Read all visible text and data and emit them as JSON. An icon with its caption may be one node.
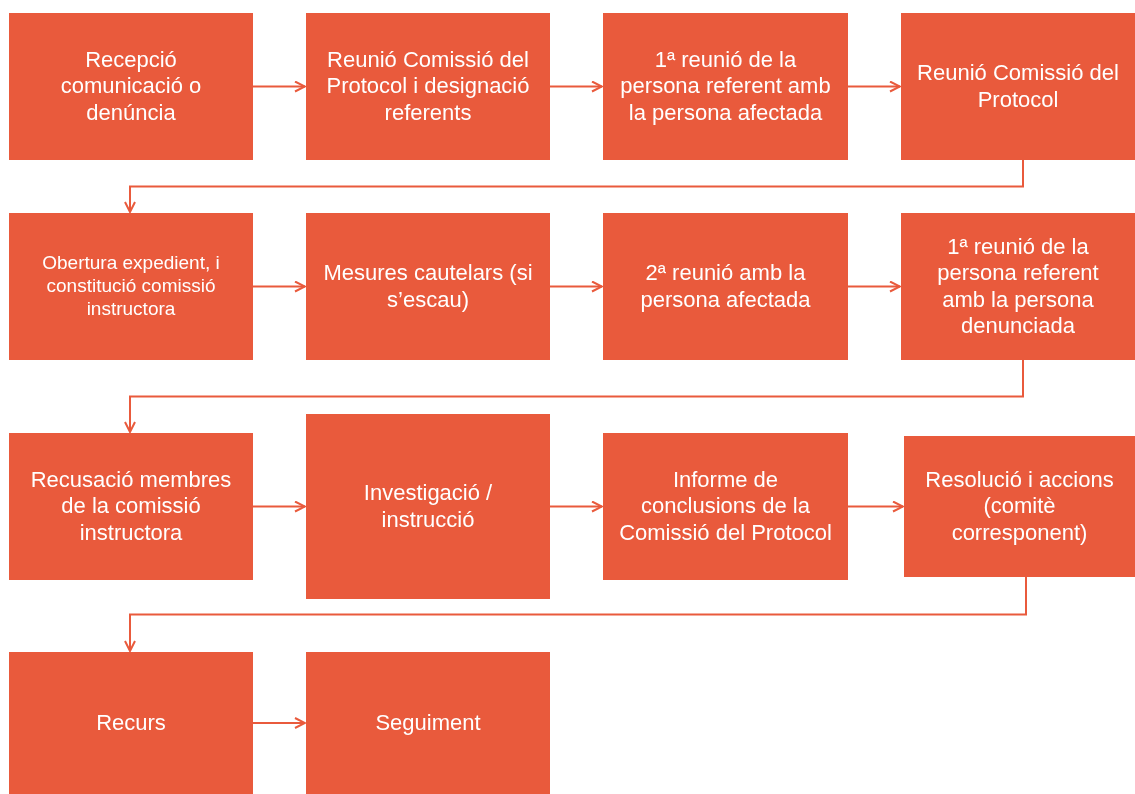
{
  "diagram": {
    "nodes": [
      {
        "text": [
          "Recepció comunicació o denúncia"
        ]
      },
      {
        "text": [
          "Reunió Comissió del Protocol i designació referents"
        ]
      },
      {
        "text": [
          "1ª reunió de la persona referent amb la persona afectada"
        ]
      },
      {
        "text": [
          "Reunió Comissió del Protocol"
        ]
      },
      {
        "text": [
          "Obertura expedient, i constitució comissió instructora"
        ]
      },
      {
        "text": [
          "Mesures cautelars (si s’escau)"
        ]
      },
      {
        "text": [
          "2ª reunió amb la persona afectada"
        ]
      },
      {
        "text": [
          "1ª reunió de la persona referent amb la persona denunciada"
        ]
      },
      {
        "text": [
          "Recusació membres de la comissió instructora"
        ]
      },
      {
        "text": [
          "Investigació / instrucció"
        ]
      },
      {
        "text": [
          "Informe de conclusions de la Comissió del Protocol"
        ]
      },
      {
        "text": [
          "Resolució i accions (comitè corresponent)"
        ]
      },
      {
        "text": [
          "Recurs"
        ]
      },
      {
        "text": [
          "Seguiment"
        ]
      }
    ],
    "edges": [
      {
        "from": 0,
        "to": 1,
        "arrow": "to"
      },
      {
        "from": 1,
        "to": 2,
        "arrow": "to"
      },
      {
        "from": 2,
        "to": 3,
        "arrow": "to"
      },
      {
        "from": 3,
        "to": 4,
        "arrow": "to"
      },
      {
        "from": 4,
        "to": 5,
        "arrow": "to"
      },
      {
        "from": 5,
        "to": 6,
        "arrow": "to"
      },
      {
        "from": 6,
        "to": 7,
        "arrow": "to"
      },
      {
        "from": 7,
        "to": 8,
        "arrow": "to"
      },
      {
        "from": 8,
        "to": 9,
        "arrow": "to"
      },
      {
        "from": 9,
        "to": 10,
        "arrow": "to"
      },
      {
        "from": 10,
        "to": 11,
        "arrow": "to"
      },
      {
        "from": 11,
        "to": 12,
        "arrow": "to"
      },
      {
        "from": 12,
        "to": 13,
        "arrow": "to"
      }
    ]
  }
}
